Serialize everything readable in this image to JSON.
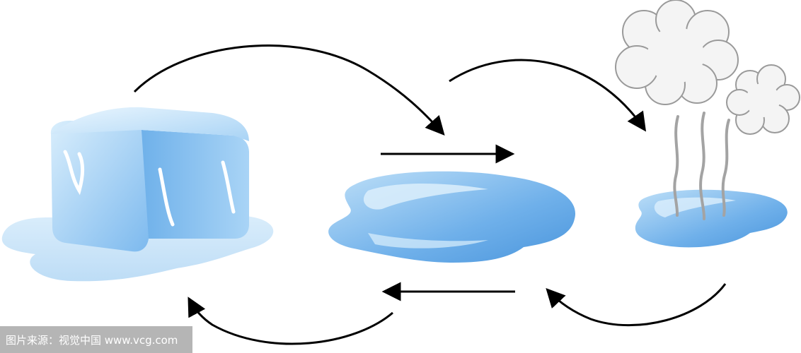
{
  "diagram": {
    "nodes": [
      {
        "id": "ice",
        "name": "ice-cube"
      },
      {
        "id": "water",
        "name": "water-puddle"
      },
      {
        "id": "vapor",
        "name": "steam-puddle"
      }
    ],
    "arrows": [
      {
        "from": "ice",
        "to": "water",
        "style": "curve"
      },
      {
        "from": "ice",
        "to": "water",
        "style": "straight"
      },
      {
        "from": "water",
        "to": "vapor",
        "style": "curve"
      },
      {
        "from": "vapor",
        "to": "water",
        "style": "curve"
      },
      {
        "from": "water",
        "to": "ice",
        "style": "straight"
      },
      {
        "from": "water",
        "to": "ice",
        "style": "curve"
      }
    ],
    "colors": {
      "ice_light": "#cde7fb",
      "ice_mid": "#8fc6f2",
      "ice_dark": "#5aa3e3",
      "water_light": "#d6ebfa",
      "water_dark": "#4f9be0",
      "cloud_fill": "#f4f4f4",
      "cloud_stroke": "#9a9a9a",
      "arrow": "#000000"
    }
  },
  "watermark": {
    "text": "图片来源：视觉中国 www.vcg.com"
  }
}
